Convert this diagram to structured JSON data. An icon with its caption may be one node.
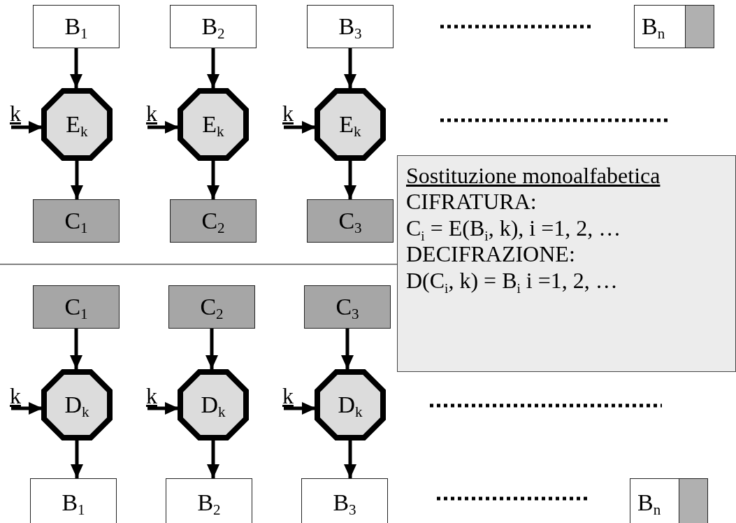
{
  "diagram": {
    "nodes": [
      {
        "text": [
          "B$_{1}$"
        ]
      },
      {
        "text": [
          "B$_{2}$"
        ]
      },
      {
        "text": [
          "B$_{3}$"
        ]
      },
      {
        "text": [
          "B$_{n}$"
        ]
      },
      {
        "text": [
          "k"
        ]
      },
      {
        "text": [
          "E$_{k}$"
        ]
      },
      {
        "text": [
          "k"
        ]
      },
      {
        "text": [
          "E$_{k}$"
        ]
      },
      {
        "text": [
          "k"
        ]
      },
      {
        "text": [
          "E$_{k}$"
        ]
      },
      {
        "text": [
          "C$_{1}$"
        ]
      },
      {
        "text": [
          "C$_{2}$"
        ]
      },
      {
        "text": [
          "C$_{3}$"
        ]
      },
      {
        "text": [
          "Sostituzione monoalfabetica",
          "CIFRATURA:",
          "C$_{i}$ = E(B$_{i}$, k), i =1, 2, …",
          "DECIFRAZIONE:",
          "D(C$_{i}$, k) = B$_{i}$ i =1, 2, …"
        ]
      },
      {
        "text": [
          "C$_{1}$"
        ]
      },
      {
        "text": [
          "C$_{2}$"
        ]
      },
      {
        "text": [
          "C$_{3}$"
        ]
      },
      {
        "text": [
          "k"
        ]
      },
      {
        "text": [
          "D$_{k}$"
        ]
      },
      {
        "text": [
          "k"
        ]
      },
      {
        "text": [
          "D$_{k}$"
        ]
      },
      {
        "text": [
          "k"
        ]
      },
      {
        "text": [
          "D$_{k}$"
        ]
      },
      {
        "text": [
          "B$_{1}$"
        ]
      },
      {
        "text": [
          "B$_{2}$"
        ]
      },
      {
        "text": [
          "B$_{3}$"
        ]
      },
      {
        "text": [
          "B$_{n}$"
        ]
      }
    ],
    "edges": [
      {
        "from": 0,
        "to": 5,
        "arrow": "to"
      },
      {
        "from": 4,
        "to": 5,
        "arrow": "to"
      },
      {
        "from": 5,
        "to": 10,
        "arrow": "to"
      },
      {
        "from": 1,
        "to": 7,
        "arrow": "to"
      },
      {
        "from": 6,
        "to": 7,
        "arrow": "to"
      },
      {
        "from": 7,
        "to": 11,
        "arrow": "to"
      },
      {
        "from": 2,
        "to": 9,
        "arrow": "to"
      },
      {
        "from": 8,
        "to": 9,
        "arrow": "to"
      },
      {
        "from": 9,
        "to": 12,
        "arrow": "to"
      },
      {
        "from": 14,
        "to": 18,
        "arrow": "to"
      },
      {
        "from": 17,
        "to": 18,
        "arrow": "to"
      },
      {
        "from": 18,
        "to": 23,
        "arrow": "to"
      },
      {
        "from": 15,
        "to": 20,
        "arrow": "to"
      },
      {
        "from": 19,
        "to": 20,
        "arrow": "to"
      },
      {
        "from": 20,
        "to": 24,
        "arrow": "to"
      },
      {
        "from": 16,
        "to": 22,
        "arrow": "to"
      },
      {
        "from": 21,
        "to": 22,
        "arrow": "to"
      },
      {
        "from": 22,
        "to": 25,
        "arrow": "to"
      }
    ]
  }
}
